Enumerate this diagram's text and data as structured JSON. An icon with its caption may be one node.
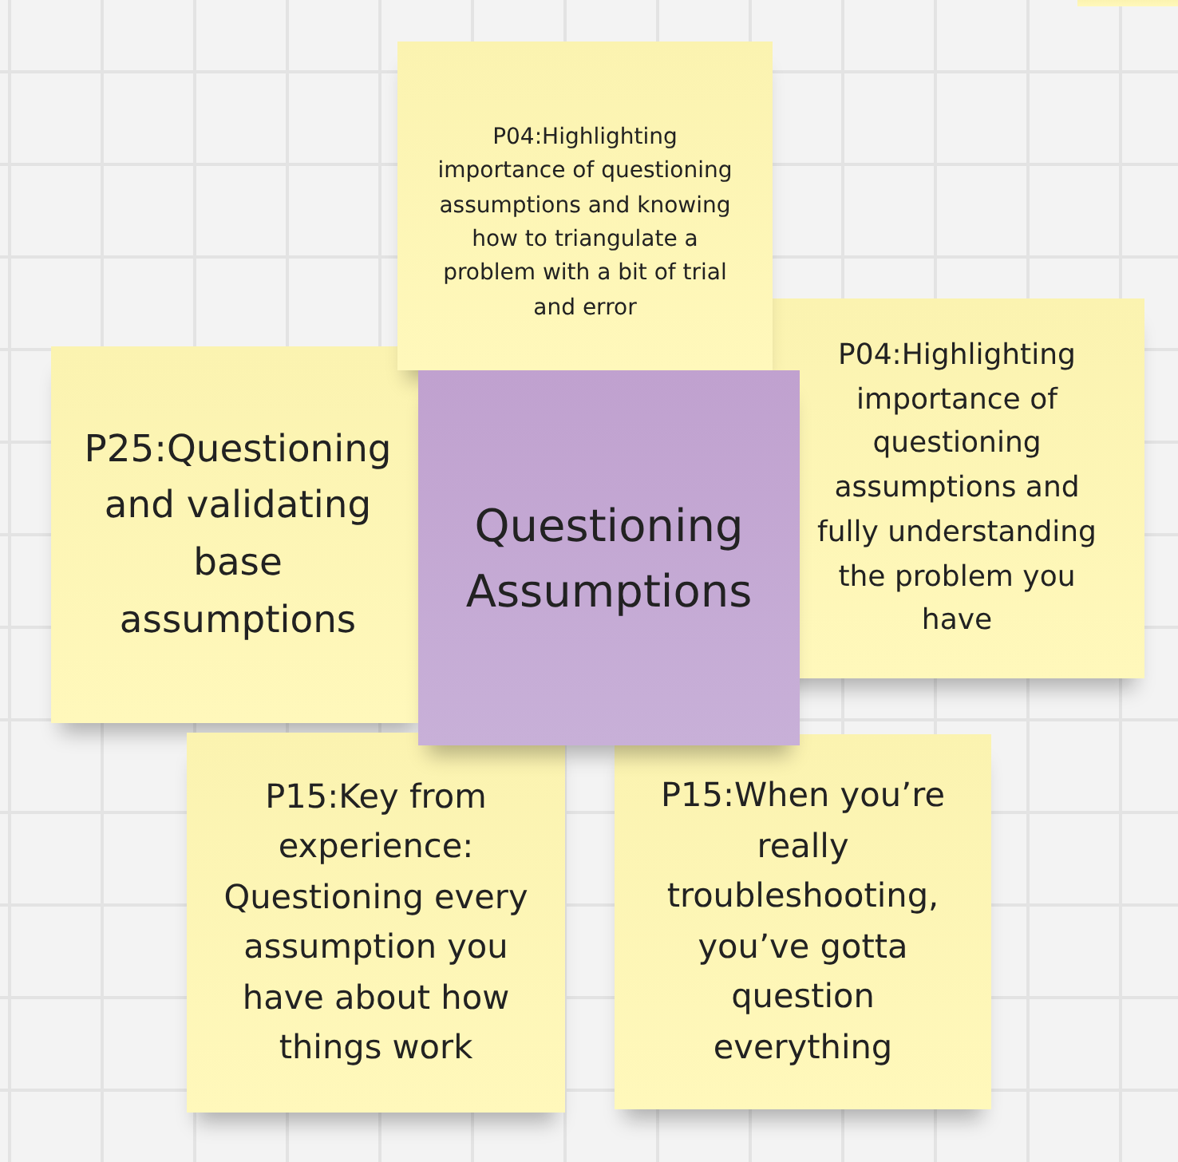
{
  "diagram": {
    "nodes": [
      {
        "text": [],
        "shape": "box"
      },
      {
        "text": [
          "P04:Highlighting importance of questioning assumptions and knowing how to triangulate a problem with a bit of trial and error"
        ]
      },
      {
        "text": [
          "P25:Questioning and validating base assumptions"
        ]
      },
      {
        "text": [
          "Questioning Assumptions"
        ]
      },
      {
        "text": [
          "P04:Highlighting importance of questioning assumptions and fully understanding the problem you have"
        ]
      },
      {
        "text": [
          "P15:Key from experience: Questioning every assumption you have about how things work"
        ]
      },
      {
        "text": [
          "P15:When you’re really troubleshooting, you’ve gotta question everything"
        ]
      }
    ]
  }
}
